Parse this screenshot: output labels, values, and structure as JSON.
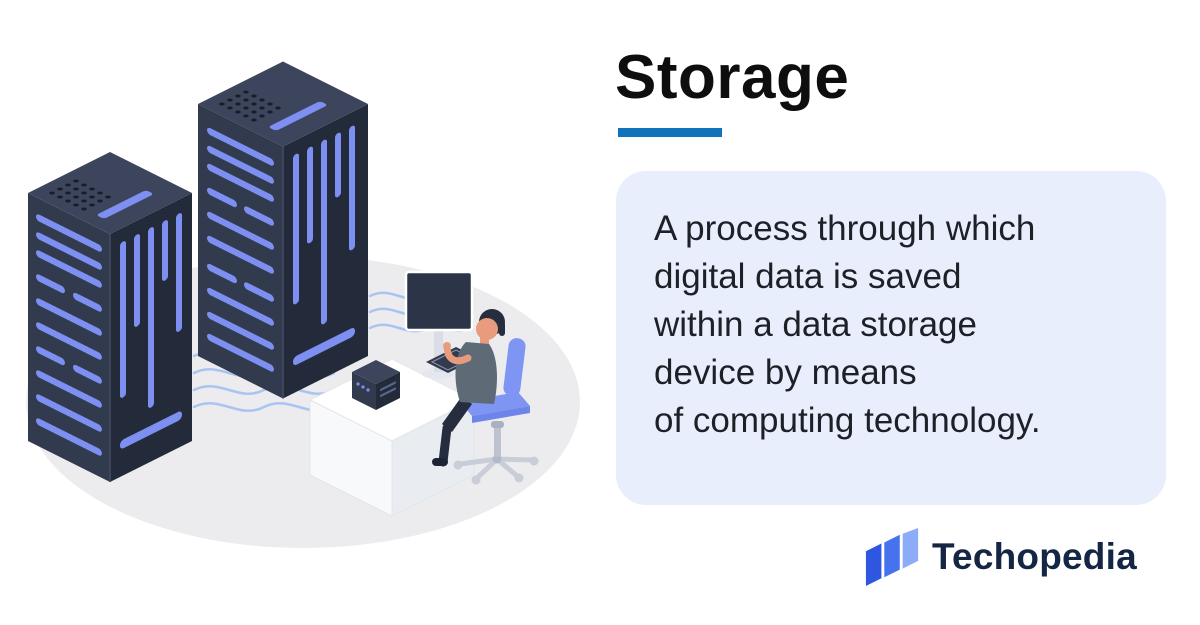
{
  "title": "Storage",
  "definition": {
    "lines": [
      "A process through which",
      "digital data is saved",
      "within a data storage",
      "device by means",
      "of computing technology."
    ]
  },
  "brand": {
    "name": "Techopedia",
    "logo_icon": "techopedia-logo-mark"
  },
  "illustration": {
    "icon": "server-room-illustration",
    "elements": [
      "server-rack-icon",
      "server-rack-icon",
      "network-cables-icon",
      "desk-icon",
      "desktop-pc-icon",
      "monitor-icon",
      "keyboard-icon",
      "person-at-computer-icon",
      "office-chair-icon",
      "floor-ellipse"
    ]
  },
  "colors": {
    "accent": "#1173ba",
    "card-bg": "#e9eefc",
    "title": "#0e0e0e",
    "brand": "#152645",
    "logo-dark": "#2f56e0",
    "logo-mid": "#4672ee",
    "logo-light": "#8cabf8",
    "floor": "#ececee",
    "cable": "#aac4f2",
    "tower-left": "#323a4e",
    "tower-right": "#232a3a",
    "tower-top": "#3d455d",
    "slot": "#7e8ff2",
    "shirt": "#5e6b77",
    "skin": "#e89b7d",
    "chair": "#7e95f3"
  }
}
